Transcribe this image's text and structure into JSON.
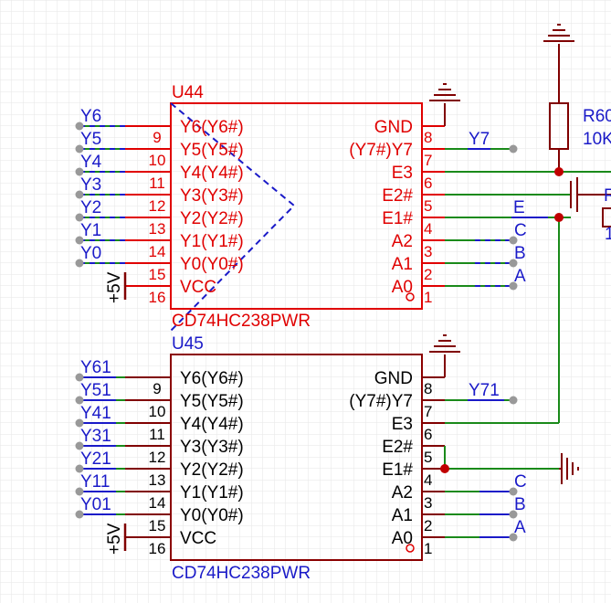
{
  "u44": {
    "ref": "U44",
    "part": "CD74HC238PWR",
    "left_pins": [
      {
        "name": "Y6(Y6#)",
        "num": "9",
        "net": "Y6"
      },
      {
        "name": "Y5(Y5#)",
        "num": "10",
        "net": "Y5"
      },
      {
        "name": "Y4(Y4#)",
        "num": "11",
        "net": "Y4"
      },
      {
        "name": "Y3(Y3#)",
        "num": "12",
        "net": "Y3"
      },
      {
        "name": "Y2(Y2#)",
        "num": "13",
        "net": "Y2"
      },
      {
        "name": "Y1(Y1#)",
        "num": "14",
        "net": "Y1"
      },
      {
        "name": "Y0(Y0#)",
        "num": "15",
        "net": "Y0"
      },
      {
        "name": "VCC",
        "num": "16",
        "net": "+5V"
      }
    ],
    "right_pins": [
      {
        "name": "GND",
        "num": "8",
        "net": ""
      },
      {
        "name": "(Y7#)Y7",
        "num": "7",
        "net": "Y7"
      },
      {
        "name": "E3",
        "num": "6",
        "net": ""
      },
      {
        "name": "E2#",
        "num": "5",
        "net": ""
      },
      {
        "name": "E1#",
        "num": "4",
        "net": "E"
      },
      {
        "name": "A2",
        "num": "3",
        "net": "C"
      },
      {
        "name": "A1",
        "num": "2",
        "net": "B"
      },
      {
        "name": "A0",
        "num": "1",
        "net": "A"
      }
    ]
  },
  "u45": {
    "ref": "U45",
    "part": "CD74HC238PWR",
    "left_pins": [
      {
        "name": "Y6(Y6#)",
        "num": "9",
        "net": "Y61"
      },
      {
        "name": "Y5(Y5#)",
        "num": "10",
        "net": "Y51"
      },
      {
        "name": "Y4(Y4#)",
        "num": "11",
        "net": "Y41"
      },
      {
        "name": "Y3(Y3#)",
        "num": "12",
        "net": "Y31"
      },
      {
        "name": "Y2(Y2#)",
        "num": "13",
        "net": "Y21"
      },
      {
        "name": "Y1(Y1#)",
        "num": "14",
        "net": "Y11"
      },
      {
        "name": "Y0(Y0#)",
        "num": "15",
        "net": "Y01"
      },
      {
        "name": "VCC",
        "num": "16",
        "net": "+5V"
      }
    ],
    "right_pins": [
      {
        "name": "GND",
        "num": "8",
        "net": ""
      },
      {
        "name": "(Y7#)Y7",
        "num": "7",
        "net": "Y71"
      },
      {
        "name": "E3",
        "num": "6",
        "net": ""
      },
      {
        "name": "E2#",
        "num": "5",
        "net": ""
      },
      {
        "name": "E1#",
        "num": "4",
        "net": ""
      },
      {
        "name": "A2",
        "num": "3",
        "net": "C"
      },
      {
        "name": "A1",
        "num": "2",
        "net": "B"
      },
      {
        "name": "A0",
        "num": "1",
        "net": "A"
      }
    ]
  },
  "resistor": {
    "ref": "R60",
    "value": "10K"
  },
  "partial_label": "R",
  "partial_label2": "1",
  "colors": {
    "wire": "#1a8a1a",
    "part_outline": "#c00000",
    "selected": "#e00000",
    "net_label": "#1a1ac8",
    "power": "#800000",
    "junction": "#c00000",
    "grid": "#e6e6e6"
  }
}
